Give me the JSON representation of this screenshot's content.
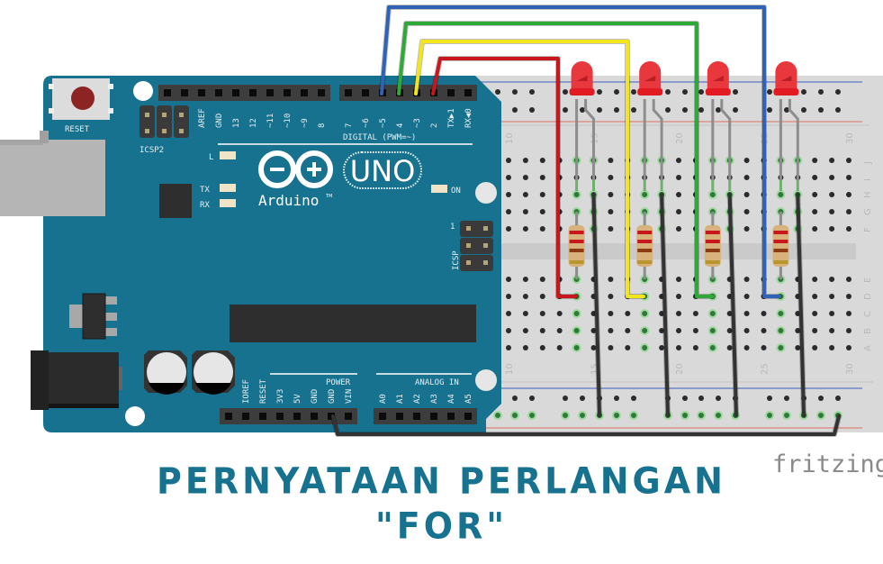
{
  "title": {
    "line1": "PERNYATAAN PERLANGAN",
    "line2": "\"FOR\""
  },
  "watermark": "fritzing",
  "colors": {
    "board": "#17728f",
    "breadboard": "#d9d9d9",
    "title": "#17728f",
    "wire_red": "#c8161d",
    "wire_yellow": "#f2e51c",
    "wire_green": "#2ea836",
    "wire_blue": "#2f63b5",
    "wire_black": "#333333",
    "led": "#e8272e"
  },
  "arduino": {
    "reset_label": "RESET",
    "icsp2_label": "ICSP2",
    "icsp_label": "ICSP",
    "icsp_pin1": "1",
    "digital_label": "DIGITAL (PWM=~)",
    "top_left_pins": [
      "",
      "",
      "AREF",
      "GND",
      "13",
      "12",
      "~11",
      "~10",
      "~9",
      "8"
    ],
    "top_right_pins": [
      "7",
      "~6",
      "~5",
      "4",
      "~3",
      "2",
      "TX▶1",
      "RX◀0"
    ],
    "power_label": "POWER",
    "power_pins": [
      "",
      "IOREF",
      "RESET",
      "3V3",
      "5V",
      "GND",
      "GND",
      "VIN"
    ],
    "analog_label": "ANALOG IN",
    "analog_pins": [
      "A0",
      "A1",
      "A2",
      "A3",
      "A4",
      "A5"
    ],
    "led_l": "L",
    "led_tx": "TX",
    "led_rx": "RX",
    "led_on": "ON",
    "logo_text": "Arduino",
    "logo_tm": "TM",
    "model": "UNO"
  },
  "breadboard": {
    "column_numbers": [
      "10",
      "15",
      "20",
      "25",
      "30"
    ],
    "rows_top": [
      "J",
      "I",
      "H",
      "G",
      "F"
    ],
    "rows_bottom": [
      "E",
      "D",
      "C",
      "B",
      "A"
    ]
  }
}
